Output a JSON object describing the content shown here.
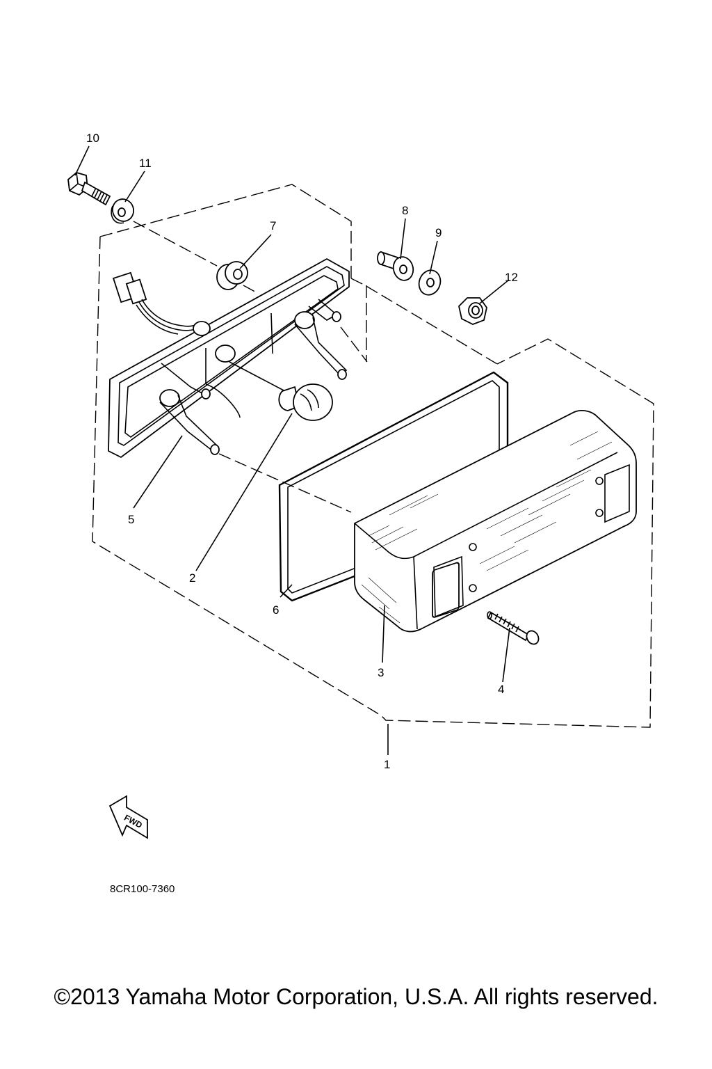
{
  "diagram": {
    "callouts": [
      {
        "id": "1",
        "text": "1"
      },
      {
        "id": "2",
        "text": "2"
      },
      {
        "id": "3",
        "text": "3"
      },
      {
        "id": "4",
        "text": "4"
      },
      {
        "id": "5",
        "text": "5"
      },
      {
        "id": "6",
        "text": "6"
      },
      {
        "id": "7",
        "text": "7"
      },
      {
        "id": "8",
        "text": "8"
      },
      {
        "id": "9",
        "text": "9"
      },
      {
        "id": "10",
        "text": "10"
      },
      {
        "id": "11",
        "text": "11"
      },
      {
        "id": "12",
        "text": "12"
      }
    ],
    "fwd_label": "FWD",
    "drawing_code": "8CR100-7360"
  },
  "footer": {
    "copyright": "©2013 Yamaha Motor Corporation, U.S.A. All rights reserved."
  }
}
